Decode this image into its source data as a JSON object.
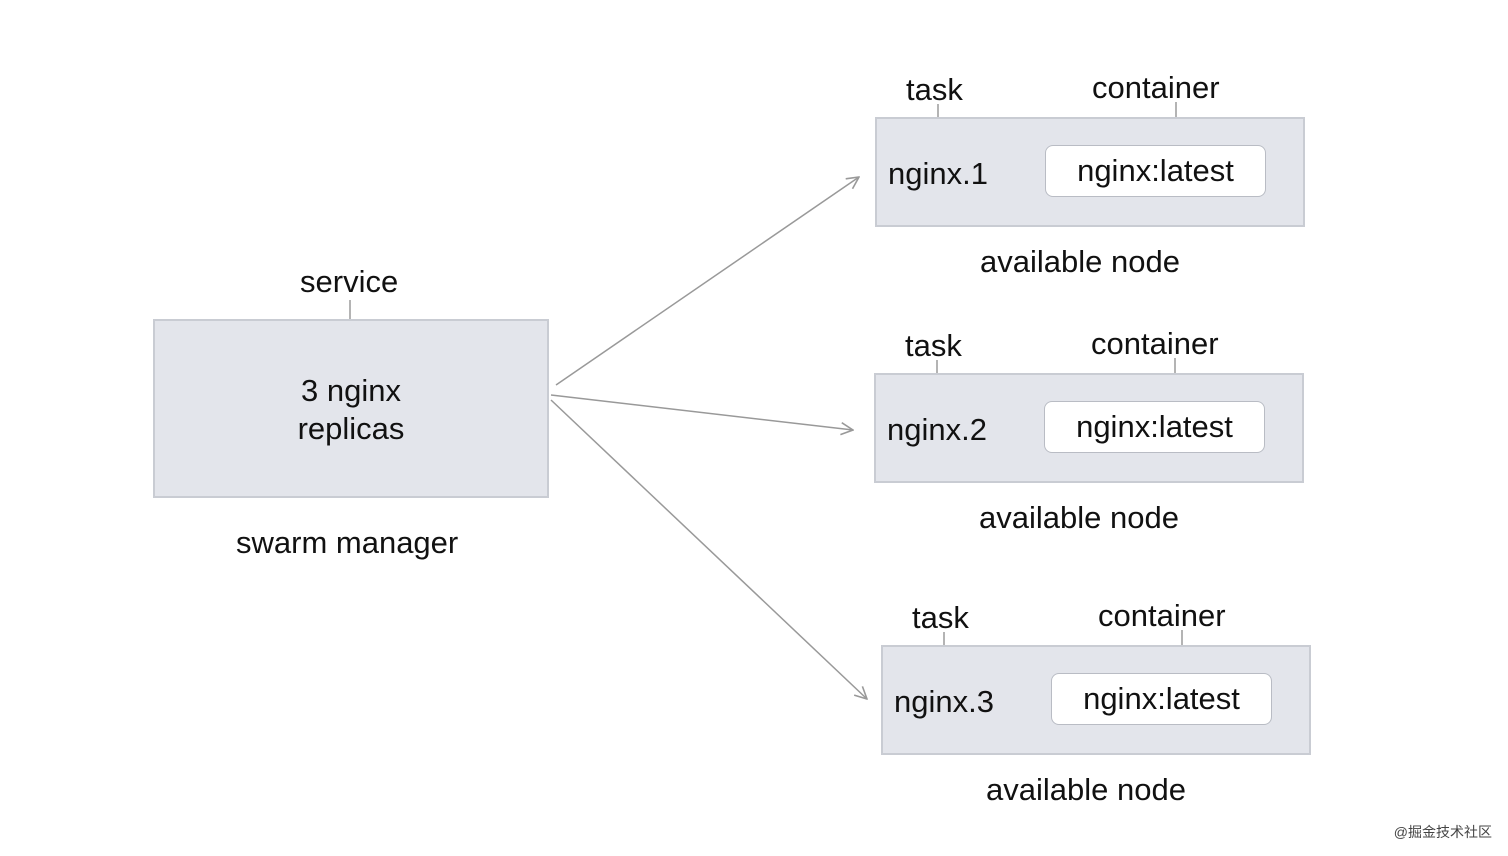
{
  "colors": {
    "box_fill": "#e3e5eb",
    "box_border": "#c9ccd3",
    "connector": "#999999",
    "text": "#111111"
  },
  "manager": {
    "callout_label": "service",
    "box_line1": "3 nginx",
    "box_line2": "replicas",
    "caption": "swarm manager"
  },
  "nodes": [
    {
      "task_label": "task",
      "container_label": "container",
      "task_name": "nginx.1",
      "image": "nginx:latest",
      "caption": "available node"
    },
    {
      "task_label": "task",
      "container_label": "container",
      "task_name": "nginx.2",
      "image": "nginx:latest",
      "caption": "available node"
    },
    {
      "task_label": "task",
      "container_label": "container",
      "task_name": "nginx.3",
      "image": "nginx:latest",
      "caption": "available node"
    }
  ],
  "watermark": "@掘金技术社区"
}
